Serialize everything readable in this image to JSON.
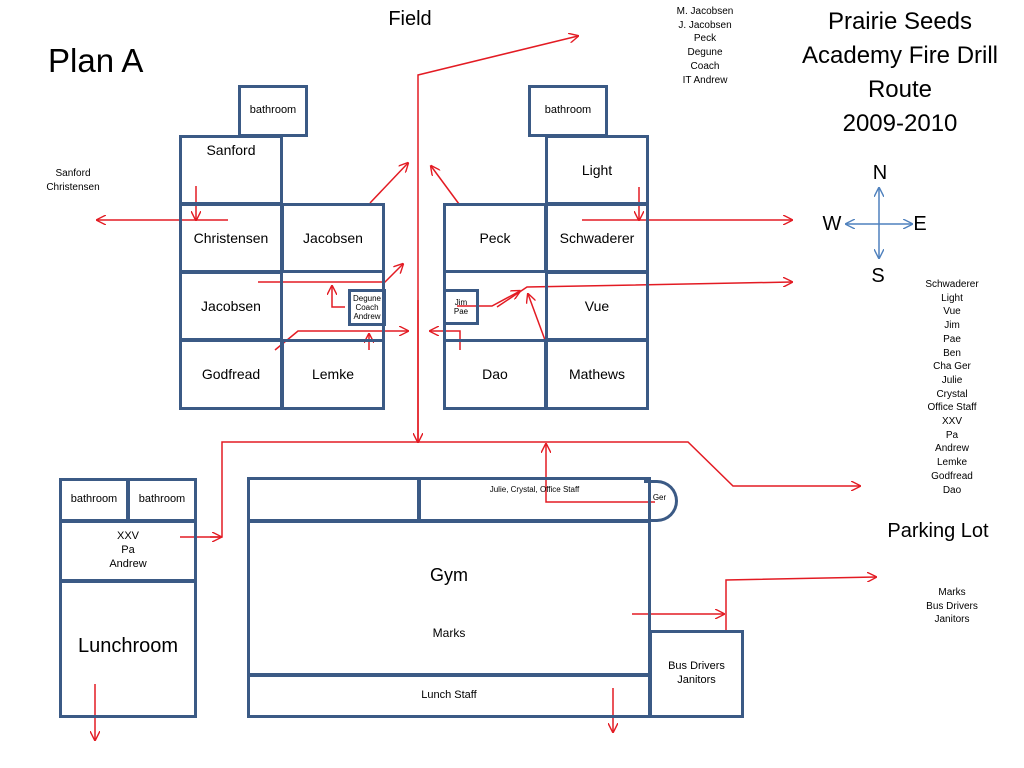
{
  "title": "Prairie Seeds Academy Fire Drill Route 2009-2010",
  "title_lines": [
    "Prairie Seeds",
    "Academy Fire Drill",
    "Route",
    "2009-2010"
  ],
  "plan": "Plan A",
  "areas": {
    "field": "Field",
    "parking_lot": "Parking Lot"
  },
  "compass": {
    "n": "N",
    "s": "S",
    "e": "E",
    "w": "W"
  },
  "rooms": {
    "bathroom_nw": "bathroom",
    "bathroom_ne": "bathroom",
    "sanford": "Sanford",
    "christensen": "Christensen",
    "jacobsen_1": "Jacobsen",
    "jacobsen_2": "Jacobsen",
    "godfread": "Godfread",
    "lemke": "Lemke",
    "light": "Light",
    "peck": "Peck",
    "schwaderer": "Schwaderer",
    "vue": "Vue",
    "dao": "Dao",
    "mathews": "Mathews",
    "office_center_west": [
      "Degune",
      "Coach",
      "Andrew"
    ],
    "office_center_east": [
      "Jim",
      "Pae"
    ],
    "bathroom_lunch_1": "bathroom",
    "bathroom_lunch_2": "bathroom",
    "lunch_office": [
      "XXV",
      "Pa",
      "Andrew"
    ],
    "lunchroom": "Lunchroom",
    "gym": "Gym",
    "gym_marks": "Marks",
    "gym_office": "Julie, Crystal, Office Staff",
    "ger": "Ger",
    "lunch_staff": "Lunch Staff",
    "bus_drivers": [
      "Bus Drivers",
      "Janitors"
    ]
  },
  "lists": {
    "field_group": [
      "M. Jacobsen",
      "J. Jacobsen",
      "Peck",
      "Degune",
      "Coach",
      "IT Andrew"
    ],
    "west_group": [
      "Sanford",
      "Christensen"
    ],
    "parking_group": [
      "Schwaderer",
      "Light",
      "Vue",
      "Jim",
      "Pae",
      "Ben",
      "Cha Ger",
      "Julie",
      "Crystal",
      "Office Staff",
      "XXV",
      "Pa",
      "Andrew",
      "Lemke",
      "Godfread",
      "Dao"
    ],
    "east_group": [
      "Marks",
      "Bus Drivers",
      "Janitors"
    ]
  },
  "colors": {
    "wall": "#3b5a85",
    "route_arrow": "#e31b23",
    "compass": "#4f81bd"
  }
}
